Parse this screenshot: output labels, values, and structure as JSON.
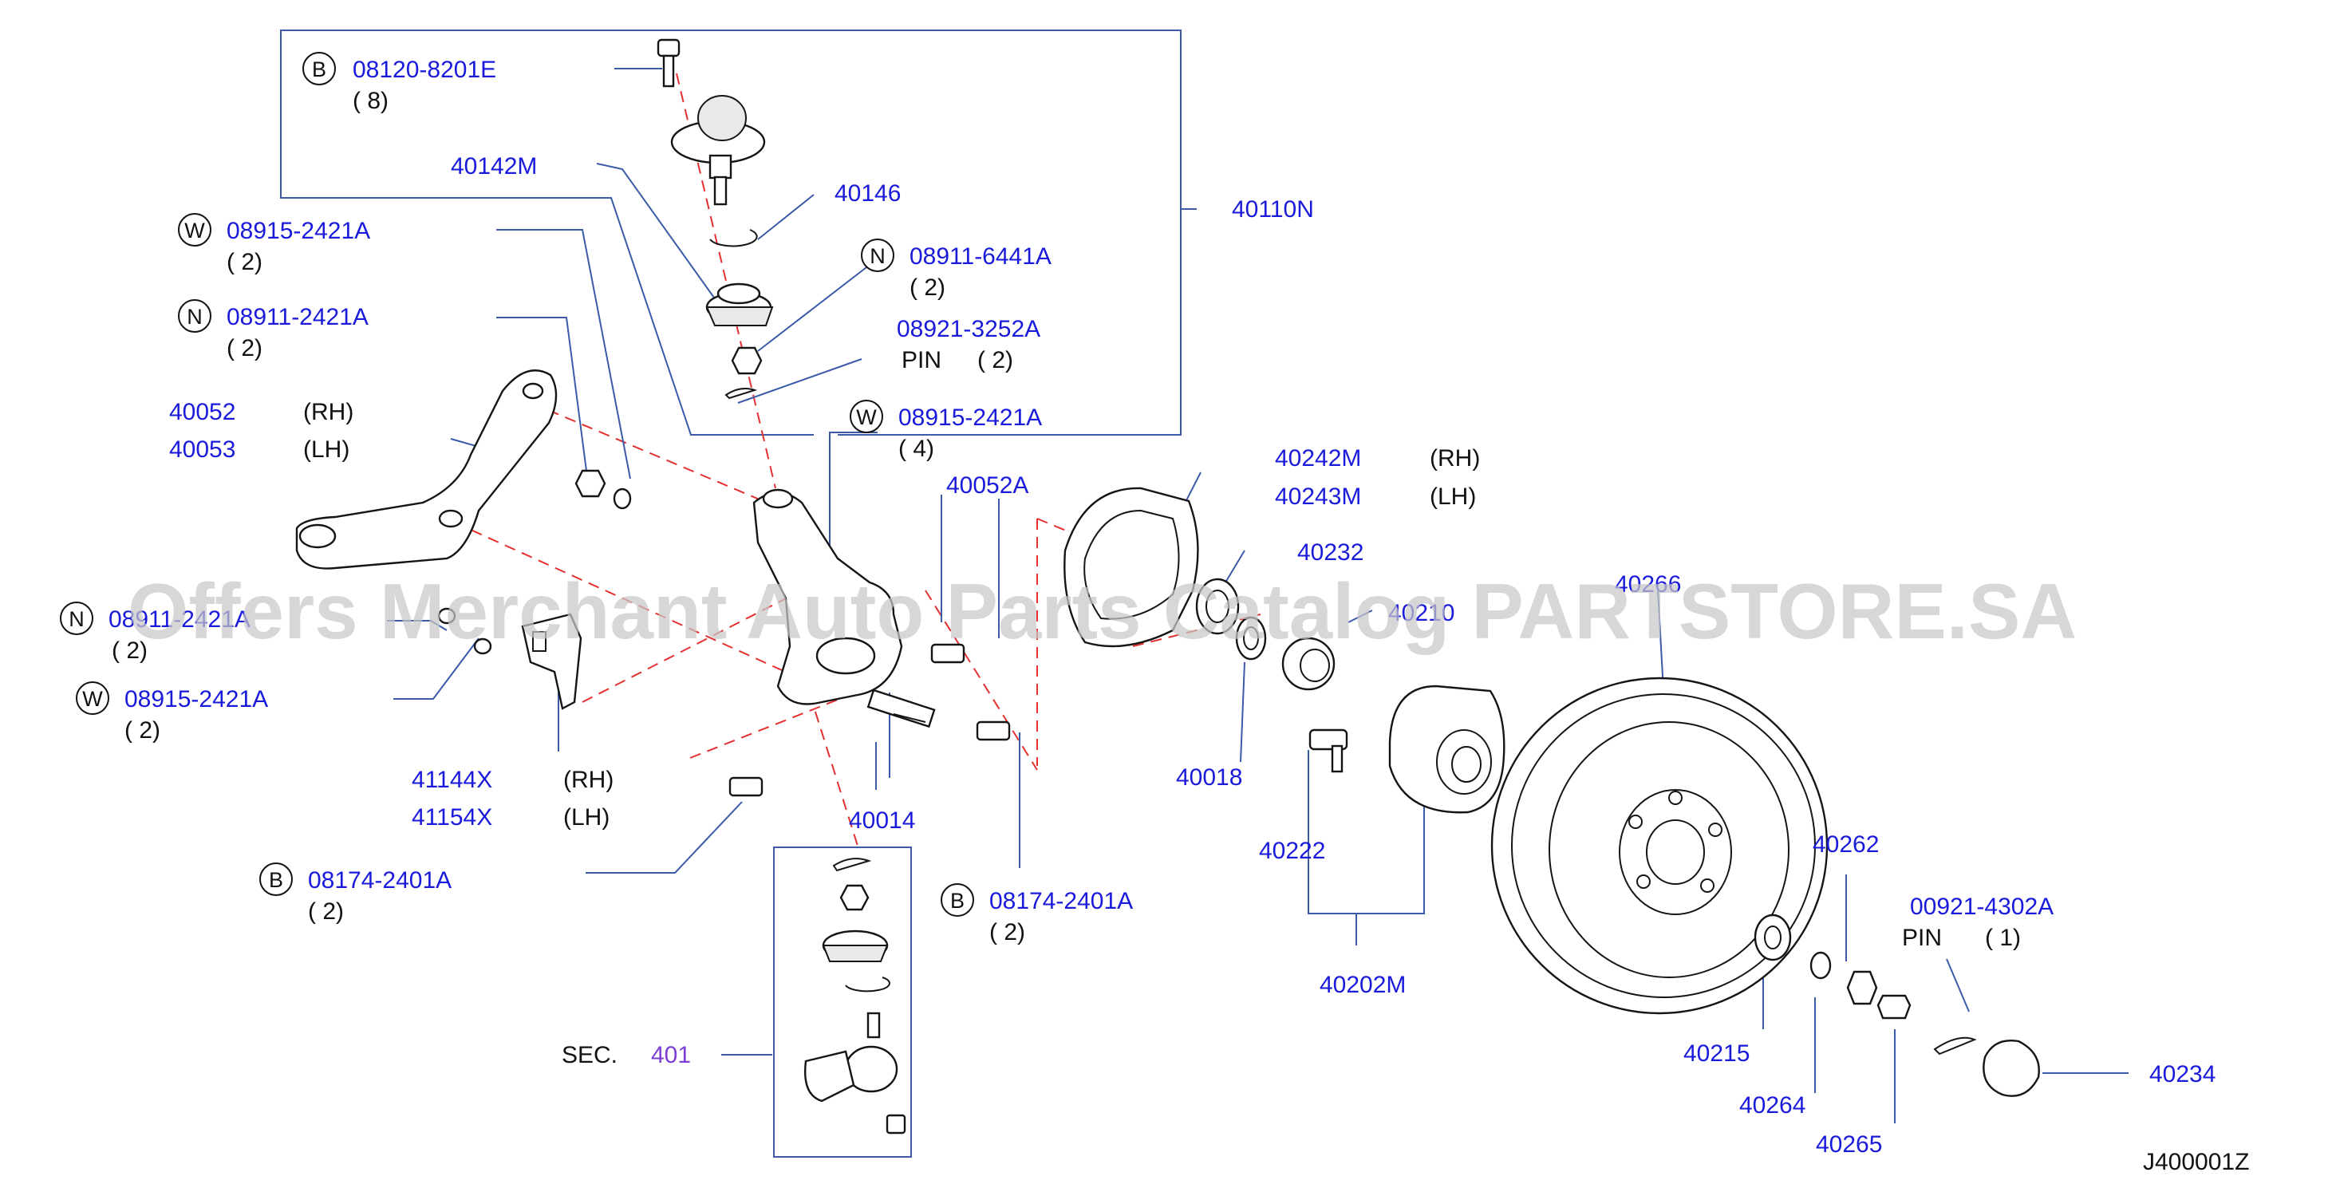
{
  "diagram_code": "J400001Z",
  "watermark": "Offers Merchant Auto Parts Catalog PARTSTORE.SA",
  "labels": {
    "l_08120": "08120-8201E",
    "q_08120": "( 8)",
    "l_40142M": "40142M",
    "l_40146": "40146",
    "l_40110N": "40110N",
    "l_08915a": "08915-2421A",
    "q_08915a": "( 2)",
    "l_08911_6441": "08911-6441A",
    "q_08911_6441": "( 2)",
    "l_08911a": "08911-2421A",
    "q_08911a": "( 2)",
    "l_08921": "08921-3252A",
    "pin_08921": "PIN",
    "q_08921": "( 2)",
    "l_40052": "40052",
    "rh_40052": "(RH)",
    "l_40053": "40053",
    "lh_40053": "(LH)",
    "l_08915b": "08915-2421A",
    "q_08915b": "( 4)",
    "l_40052A": "40052A",
    "l_40242M": "40242M",
    "rh_40242M": "(RH)",
    "l_40243M": "40243M",
    "lh_40243M": "(LH)",
    "l_40232": "40232",
    "l_40266": "40266",
    "l_40210": "40210",
    "l_08911b": "08911-2421A",
    "q_08911b": "( 2)",
    "l_08915c": "08915-2421A",
    "q_08915c": "( 2)",
    "l_40018": "40018",
    "l_41144X": "41144X",
    "rh_41144X": "(RH)",
    "l_41154X": "41154X",
    "lh_41154X": "(LH)",
    "l_40014": "40014",
    "l_40222": "40222",
    "l_40262": "40262",
    "l_08174a": "08174-2401A",
    "q_08174a": "( 2)",
    "l_08174b": "08174-2401A",
    "q_08174b": "( 2)",
    "l_00921": "00921-4302A",
    "pin_00921": "PIN",
    "q_00921": "( 1)",
    "l_40202M": "40202M",
    "sec_label": "SEC.",
    "sec_num": "401",
    "l_40215": "40215",
    "l_40234": "40234",
    "l_40264": "40264",
    "l_40265": "40265"
  },
  "circle_letters": {
    "c1": "B",
    "c2": "W",
    "c3": "N",
    "c4": "N",
    "c5": "W",
    "c6": "N",
    "c7": "W",
    "c8": "B",
    "c9": "B"
  },
  "colors": {
    "part_number_text": "#1a1adb",
    "leader_lines": "#3b5aa8",
    "assembly_dashes": "#e53030",
    "section_ref": "#7d3fd6"
  }
}
